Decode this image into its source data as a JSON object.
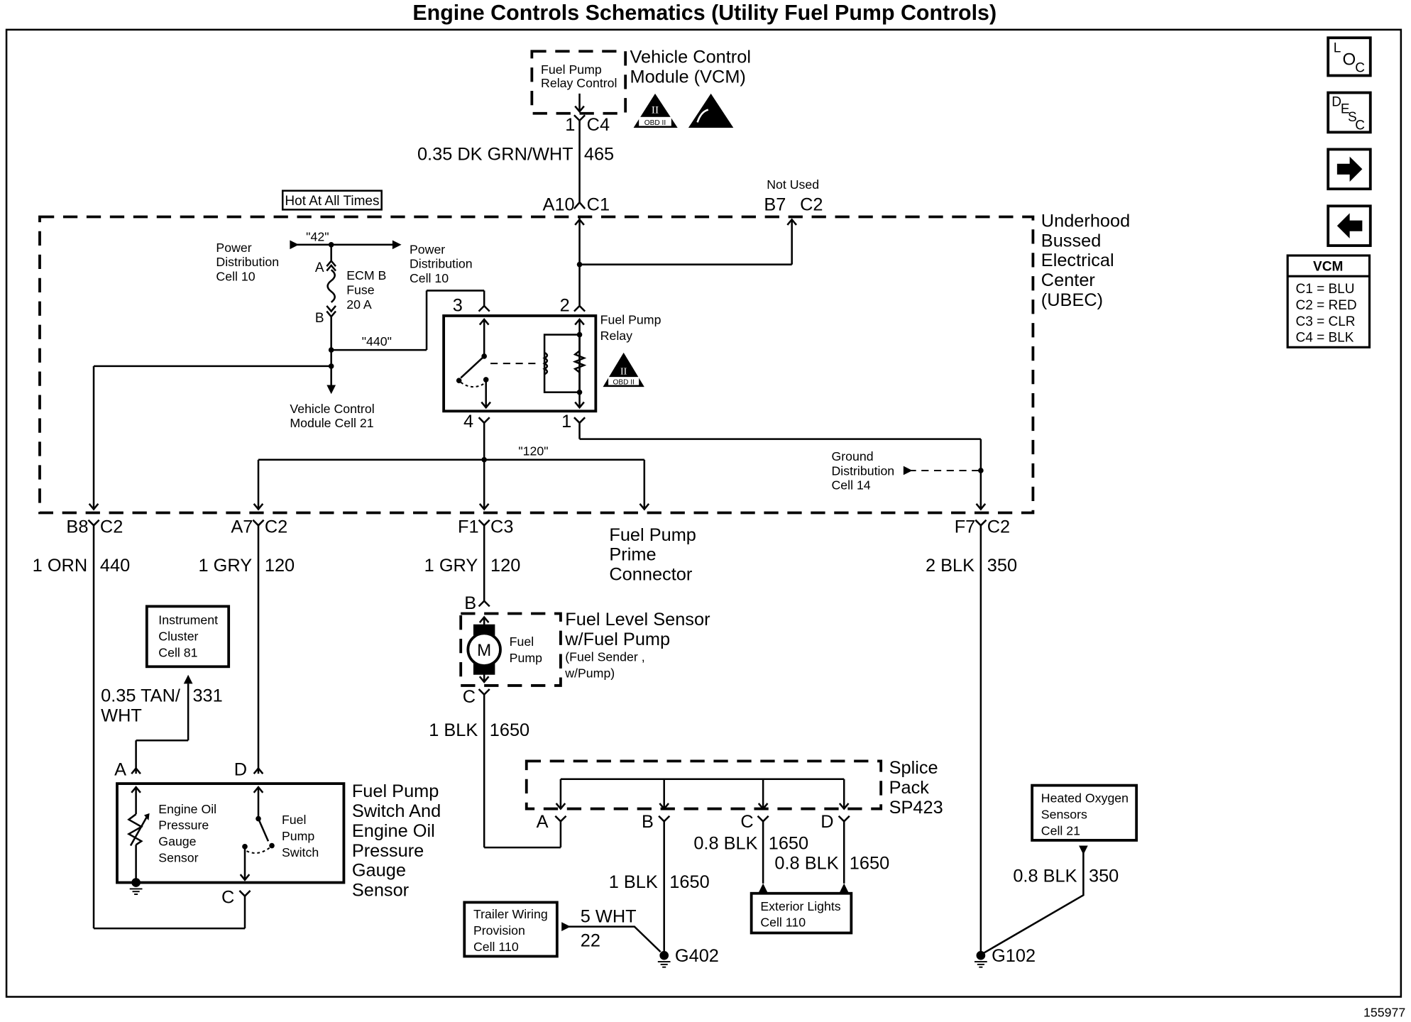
{
  "title": "Engine Controls Schematics (Utility Fuel Pump Controls)",
  "figure_number": "155977",
  "nav": {
    "loc_label": [
      "L",
      "O",
      "C"
    ],
    "desc_label": [
      "D",
      "E",
      "S",
      "C"
    ],
    "next_icon": "arrow-right-icon",
    "prev_icon": "arrow-left-icon"
  },
  "connector_legend": {
    "header": "VCM",
    "rows": [
      "C1 = BLU",
      "C2 = RED",
      "C3 = CLR",
      "C4 = BLK"
    ]
  },
  "vcm": {
    "inner_line1": "Fuel Pump",
    "inner_line2": "Relay Control",
    "title_line1": "Vehicle Control",
    "title_line2": "Module (VCM)",
    "pin": "1",
    "connector": "C4",
    "badge": "OBD II",
    "badge_roman": "II"
  },
  "wire_465": {
    "label": "0.35 DK GRN/WHT",
    "circuit": "465"
  },
  "hot_at_all_times": "Hot At All Times",
  "ubec": {
    "top_left_pin": "A10",
    "top_left_conn": "C1",
    "not_used": "Not Used",
    "top_right_pin": "B7",
    "top_right_conn": "C2",
    "title": [
      "Underhood",
      "Bussed",
      "Electrical",
      "Center",
      "(UBEC)"
    ],
    "power_dist_left": [
      "Power",
      "Distribution",
      "Cell 10"
    ],
    "power_dist_right": [
      "Power",
      "Distribution",
      "Cell 10"
    ],
    "wire_42": "\"42\"",
    "wire_440": "\"440\"",
    "wire_120": "\"120\"",
    "fuse_pin_a": "A",
    "fuse_pin_b": "B",
    "fuse_label": [
      "ECM B",
      "Fuse",
      "20 A"
    ],
    "vcm_cell": [
      "Vehicle Control",
      "Module Cell 21"
    ],
    "relay_label": [
      "Fuel Pump",
      "Relay"
    ],
    "relay_pins": {
      "p1": "1",
      "p2": "2",
      "p3": "3",
      "p4": "4"
    },
    "ground_dist": [
      "Ground",
      "Distribution",
      "Cell 14"
    ]
  },
  "bottom_connectors": [
    {
      "pin": "B8",
      "conn": "C2",
      "gauge": "1 ORN",
      "circuit": "440"
    },
    {
      "pin": "A7",
      "conn": "C2",
      "gauge": "1 GRY",
      "circuit": "120"
    },
    {
      "pin": "F1",
      "conn": "C3",
      "gauge": "1 GRY",
      "circuit": "120"
    },
    {
      "pin": "F7",
      "conn": "C2",
      "gauge": "2 BLK",
      "circuit": "350"
    }
  ],
  "prime_connector": [
    "Fuel Pump",
    "Prime",
    "Connector"
  ],
  "instrument_cluster": [
    "Instrument",
    "Cluster",
    "Cell 81"
  ],
  "wire_331": {
    "label1": "0.35 TAN/",
    "label2": "WHT",
    "circuit": "331"
  },
  "switch_assy": {
    "pin_a": "A",
    "pin_d": "D",
    "pin_c": "C",
    "sensor_label": [
      "Engine Oil",
      "Pressure",
      "Gauge",
      "Sensor"
    ],
    "switch_label": [
      "Fuel",
      "Pump",
      "Switch"
    ],
    "title": [
      "Fuel Pump",
      "Switch And",
      "Engine Oil",
      "Pressure",
      "Gauge",
      "Sensor"
    ]
  },
  "fuel_level": {
    "pin_b": "B",
    "pin_c": "C",
    "motor": "M",
    "inner": [
      "Fuel",
      "Pump"
    ],
    "title": [
      "Fuel Level Sensor",
      "w/Fuel Pump"
    ],
    "sub": [
      "(Fuel Sender ,",
      "w/Pump)"
    ]
  },
  "wire_1650_main": {
    "gauge": "1 BLK",
    "circuit": "1650"
  },
  "splice": {
    "title": [
      "Splice",
      "Pack",
      "SP423"
    ],
    "pins": [
      "A",
      "B",
      "C",
      "D"
    ]
  },
  "wire_1650_b": {
    "gauge": "1 BLK",
    "circuit": "1650"
  },
  "wire_1650_c": {
    "gauge": "0.8 BLK",
    "circuit": "1650"
  },
  "wire_1650_d": {
    "gauge": "0.8 BLK",
    "circuit": "1650"
  },
  "exterior_lights": [
    "Exterior Lights",
    "Cell 110"
  ],
  "trailer": [
    "Trailer Wiring",
    "Provision",
    "Cell 110"
  ],
  "wire_22": {
    "gauge": "5 WHT",
    "circuit": "22"
  },
  "ground_g402": "G402",
  "ground_g102": "G102",
  "heated_o2": [
    "Heated Oxygen",
    "Sensors",
    "Cell 21"
  ],
  "wire_350_o2": {
    "gauge": "0.8 BLK",
    "circuit": "350"
  }
}
